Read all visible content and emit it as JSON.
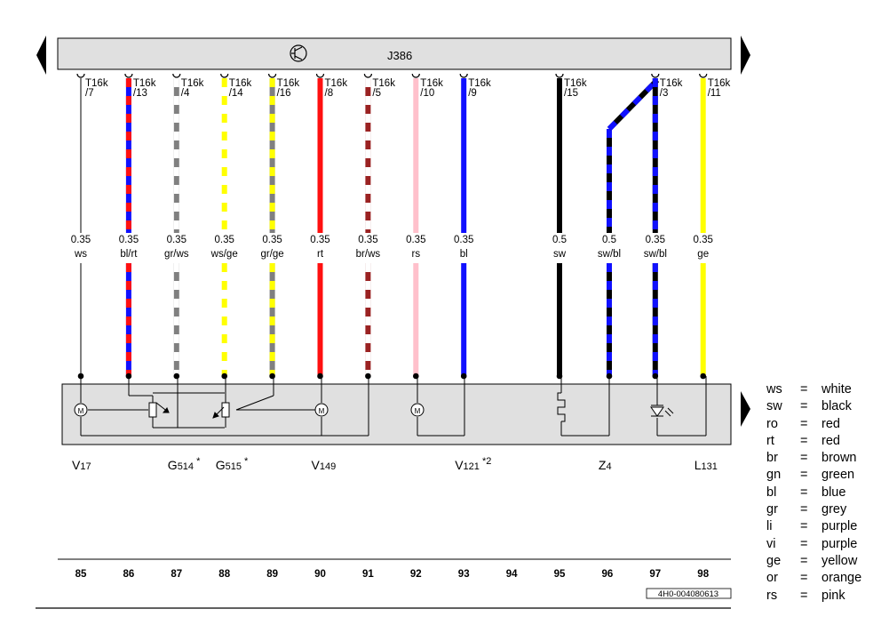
{
  "control_unit": {
    "label": "J386"
  },
  "wires": [
    {
      "pin": "T16k",
      "pin_no": "/7",
      "size": "0.35",
      "color": "ws",
      "colors": [
        "#ffffff"
      ],
      "pos": 85
    },
    {
      "pin": "T16k",
      "pin_no": "/13",
      "size": "0.35",
      "color": "bl/rt",
      "colors": [
        "#1010ff",
        "#ff1010"
      ],
      "pos": 86
    },
    {
      "pin": "T16k",
      "pin_no": "/4",
      "size": "0.35",
      "color": "gr/ws",
      "colors": [
        "#808080",
        "#ffffff"
      ],
      "pos": 87
    },
    {
      "pin": "T16k",
      "pin_no": "/14",
      "size": "0.35",
      "color": "ws/ge",
      "colors": [
        "#ffffff",
        "#ffff00"
      ],
      "pos": 88
    },
    {
      "pin": "T16k",
      "pin_no": "/16",
      "size": "0.35",
      "color": "gr/ge",
      "colors": [
        "#808080",
        "#ffff00"
      ],
      "pos": 89
    },
    {
      "pin": "T16k",
      "pin_no": "/8",
      "size": "0.35",
      "color": "rt",
      "colors": [
        "#ff1010"
      ],
      "pos": 90
    },
    {
      "pin": "T16k",
      "pin_no": "/5",
      "size": "0.35",
      "color": "br/ws",
      "colors": [
        "#9a2222",
        "#ffffff"
      ],
      "pos": 91
    },
    {
      "pin": "T16k",
      "pin_no": "/10",
      "size": "0.35",
      "color": "rs",
      "colors": [
        "#ffc0cb"
      ],
      "pos": 92
    },
    {
      "pin": "T16k",
      "pin_no": "/9",
      "size": "0.35",
      "color": "bl",
      "colors": [
        "#1010ff"
      ],
      "pos": 93
    },
    {
      "pin": "T16k",
      "pin_no": "/15",
      "size": "0.5",
      "color": "sw",
      "colors": [
        "#000000"
      ],
      "pos": 95
    },
    {
      "pin": "T16k",
      "pin_no": "/3",
      "size": "0.5",
      "color": "sw/bl",
      "colors": [
        "#000000",
        "#1010ff"
      ],
      "pos": 96,
      "jog": true
    },
    {
      "pin": "T16k",
      "pin_no": "/3",
      "size": "0.35",
      "color": "sw/bl",
      "colors": [
        "#000000",
        "#1010ff"
      ],
      "pos": 97
    },
    {
      "pin": "T16k",
      "pin_no": "/11",
      "size": "0.35",
      "color": "ge",
      "colors": [
        "#ffff00"
      ],
      "pos": 98
    }
  ],
  "components": [
    {
      "code": "V",
      "sub": "17",
      "suffix": "",
      "pos": 85
    },
    {
      "code": "G",
      "sub": "514",
      "suffix": " *",
      "pos": 87
    },
    {
      "code": "G",
      "sub": "515",
      "suffix": " *",
      "pos": 88
    },
    {
      "code": "V",
      "sub": "149",
      "suffix": "",
      "pos": 90
    },
    {
      "code": "V",
      "sub": "121",
      "suffix": " *2",
      "pos": 93
    },
    {
      "code": "Z",
      "sub": "4",
      "suffix": "",
      "pos": 96
    },
    {
      "code": "L",
      "sub": "131",
      "suffix": "",
      "pos": 98
    }
  ],
  "positions": [
    "85",
    "86",
    "87",
    "88",
    "89",
    "90",
    "91",
    "92",
    "93",
    "94",
    "95",
    "96",
    "97",
    "98"
  ],
  "legend": [
    {
      "abbr": "ws",
      "eq": "=",
      "name": "white"
    },
    {
      "abbr": "sw",
      "eq": "=",
      "name": "black"
    },
    {
      "abbr": "ro",
      "eq": "=",
      "name": "red"
    },
    {
      "abbr": "rt",
      "eq": "=",
      "name": "red"
    },
    {
      "abbr": "br",
      "eq": "=",
      "name": "brown"
    },
    {
      "abbr": "gn",
      "eq": "=",
      "name": "green"
    },
    {
      "abbr": "bl",
      "eq": "=",
      "name": "blue"
    },
    {
      "abbr": "gr",
      "eq": "=",
      "name": "grey"
    },
    {
      "abbr": "li",
      "eq": "=",
      "name": "purple"
    },
    {
      "abbr": "vi",
      "eq": "=",
      "name": "purple"
    },
    {
      "abbr": "ge",
      "eq": "=",
      "name": "yellow"
    },
    {
      "abbr": "or",
      "eq": "=",
      "name": "orange"
    },
    {
      "abbr": "rs",
      "eq": "=",
      "name": "pink"
    }
  ],
  "drawing_number": "4H0-004080613"
}
